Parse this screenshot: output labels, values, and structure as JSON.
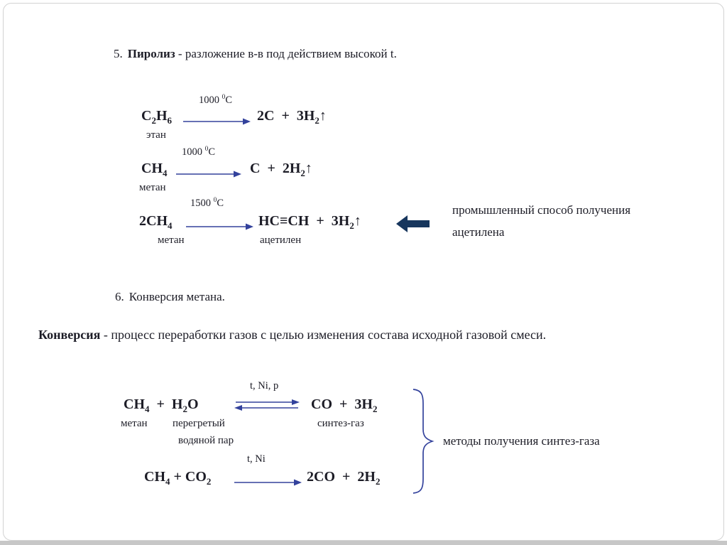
{
  "colors": {
    "reaction_arrow": "#33429c",
    "block_arrow": "#17365d",
    "brace": "#33429c"
  },
  "pyrolysis": {
    "number": "5.",
    "term": "Пиролиз",
    "definition": " - разложение в-в под действием высокой t.",
    "eq_ethane": {
      "condition": "1000 ^0C",
      "reactant": "C_2H_6",
      "reactant_label": "этан",
      "products": "2C  +  3H_2↑"
    },
    "eq_methane": {
      "condition": "1000 ^0C",
      "reactant": "CH_4",
      "reactant_label": "метан",
      "products": "C  +  2H_2↑"
    },
    "eq_acetylene": {
      "condition": "1500 ^0C",
      "reactant": "2CH_4",
      "reactant_label": "метан",
      "products": "HC≡CH  +  3H_2↑",
      "product_label": "ацетилен",
      "note": "промышленный способ получения ацетилена"
    }
  },
  "conversion": {
    "number": "6.",
    "title": "Конверсия метана.",
    "term": "Конверсия",
    "definition": " - процесс переработки газов с целью изменения состава исходной газовой смеси.",
    "eq_steam": {
      "condition": "t, Ni, p",
      "reactants": "CH_4  +  H_2O",
      "products": "CO  +  3H_2",
      "reactant1_label": "метан",
      "reactant2_label_line1": "перегретый",
      "reactant2_label_line2": "водяной пар",
      "product_label": "синтез-газ"
    },
    "eq_co2": {
      "condition": "t, Ni",
      "reactants": "CH_4 + CO_2",
      "products": "2CO  +  2H_2"
    },
    "brace_note": "методы получения синтез-газа"
  }
}
